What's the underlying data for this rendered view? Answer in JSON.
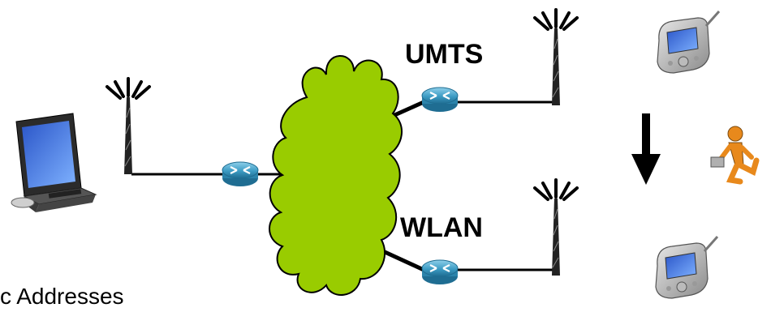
{
  "labels": {
    "umts": "UMTS",
    "wlan": "WLAN",
    "caption": "c Addresses"
  },
  "colors": {
    "cloud_fill": "#99cc00",
    "router_blue": "#4aa3c8",
    "arrow": "#000000"
  },
  "icons": [
    "laptop-icon",
    "antenna-tower-icon",
    "router-icon",
    "network-cloud-icon",
    "pda-icon",
    "walking-person-icon",
    "down-arrow-icon"
  ]
}
